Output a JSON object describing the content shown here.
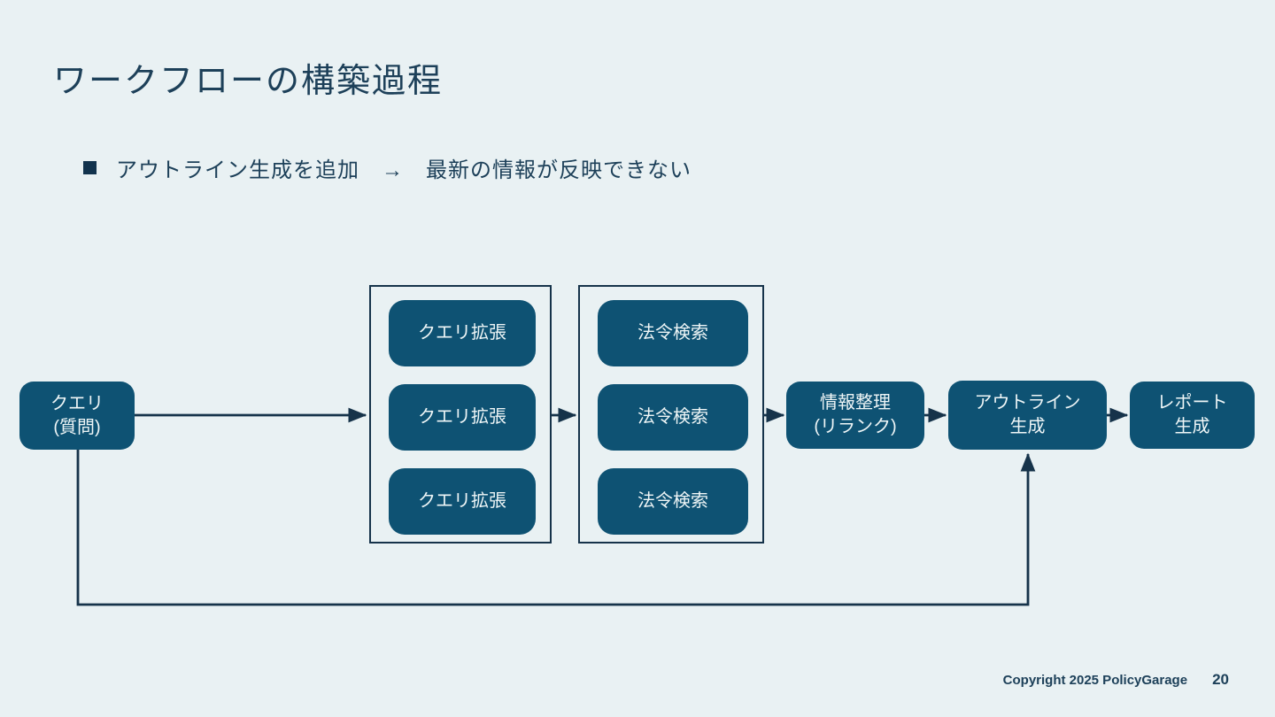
{
  "slide": {
    "title": "ワークフローの構築過程",
    "bullet": {
      "text": "アウトライン生成を追加　→　最新の情報が反映できない"
    },
    "footer": {
      "copyright": "Copyright 2025 PolicyGarage",
      "page_number": "20"
    },
    "colors": {
      "background": "#e9f1f3",
      "node_fill": "#0e5273",
      "node_text": "#eff6f7",
      "line": "#16334a",
      "heading_text": "#1d4059"
    }
  },
  "diagram": {
    "query_box": {
      "lines": [
        "クエリ",
        "(質問)"
      ]
    },
    "group_query_expansion": {
      "items": [
        "クエリ拡張",
        "クエリ拡張",
        "クエリ拡張"
      ]
    },
    "group_law_search": {
      "items": [
        "法令検索",
        "法令検索",
        "法令検索"
      ]
    },
    "rerank_box": {
      "lines": [
        "情報整理",
        "(リランク)"
      ]
    },
    "outline_box": {
      "lines": [
        "アウトライン",
        "生成"
      ]
    },
    "report_box": {
      "lines": [
        "レポート",
        "生成"
      ]
    }
  }
}
